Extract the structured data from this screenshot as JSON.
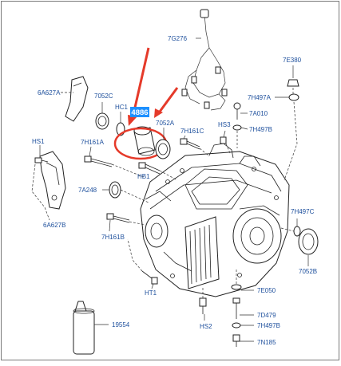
{
  "diagram": {
    "highlight_label": "4886",
    "highlight_color": "#1e90ff",
    "arrow_color": "#e53a2a",
    "label_color": "#1d4f9c",
    "labels": {
      "p6A627A": "6A627A",
      "p7052C": "7052C",
      "pHC1": "HC1",
      "p7052A": "7052A",
      "pHS1": "HS1",
      "p7H161A": "7H161A",
      "p7H161C": "7H161C",
      "pHS3": "HS3",
      "p7A010": "7A010",
      "p7H497B_top": "7H497B",
      "p7G276": "7G276",
      "p7E380": "7E380",
      "p7H497A": "7H497A",
      "pHB1": "HB1",
      "p7A248": "7A248",
      "p6A627B": "6A627B",
      "p7H161B": "7H161B",
      "p7H497C": "7H497C",
      "p7052B": "7052B",
      "pHT1": "HT1",
      "p7E050": "7E050",
      "p7D479": "7D479",
      "p7H497B_bottom": "7H497B",
      "p19554": "19554",
      "pHS2": "HS2",
      "p7N185": "7N185"
    }
  }
}
